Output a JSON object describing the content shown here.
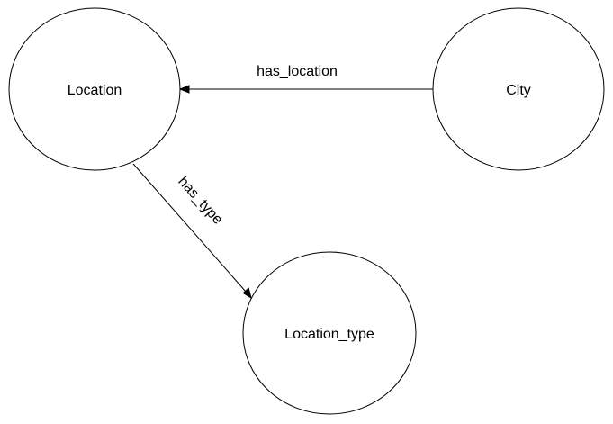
{
  "diagram": {
    "nodes": {
      "location": {
        "label": "Location"
      },
      "city": {
        "label": "City"
      },
      "location_type": {
        "label": "Location_type"
      }
    },
    "edges": {
      "has_location": {
        "label": "has_location",
        "from": "City",
        "to": "Location"
      },
      "has_type": {
        "label": "has_type",
        "from": "Location",
        "to": "Location_type"
      }
    },
    "colors": {
      "stroke": "#000000",
      "fill": "#ffffff",
      "text": "#000000"
    }
  }
}
